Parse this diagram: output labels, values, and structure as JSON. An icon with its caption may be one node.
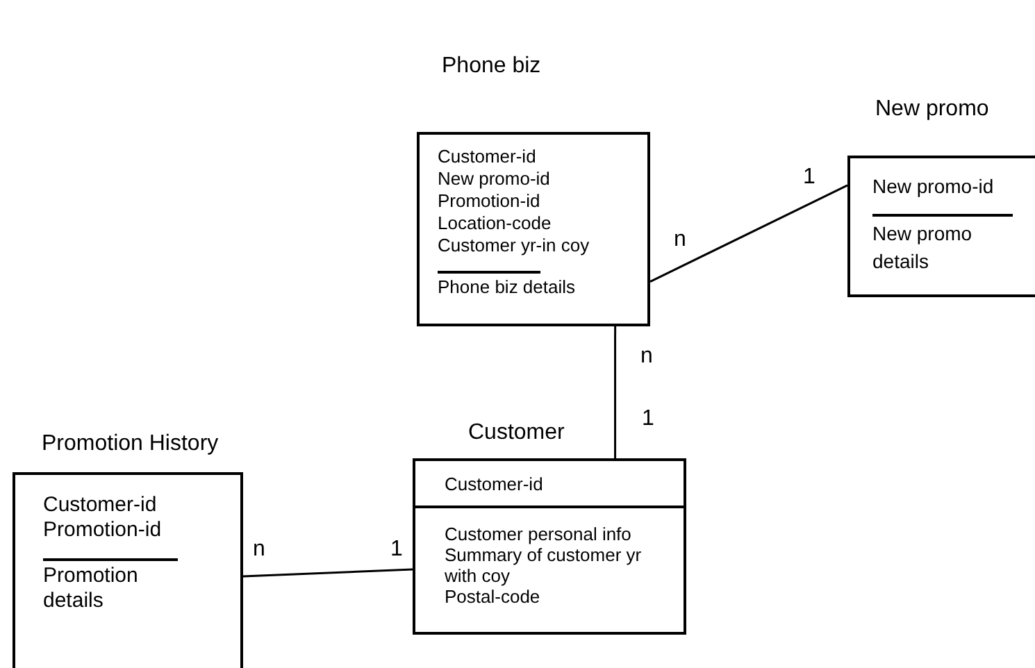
{
  "diagram": {
    "nodes": [
      {
        "text": [
          "Phone biz",
          "Customer-id",
          "New promo-id",
          "Promotion-id",
          "Location-code",
          "Customer yr-in coy",
          "Phone biz details"
        ]
      },
      {
        "text": [
          "New promo",
          "New promo-id",
          "New promo details"
        ]
      },
      {
        "text": [
          "Promotion History",
          "Customer-id",
          "Promotion-id",
          "Promotion details"
        ]
      },
      {
        "text": [
          "Customer",
          "Customer-id",
          "Customer personal info",
          "Summary of customer yr with coy",
          "Postal-code"
        ]
      }
    ],
    "edges": [
      {
        "from": 0,
        "to": 1,
        "arrow": "none"
      },
      {
        "from": 0,
        "to": 3,
        "arrow": "none"
      },
      {
        "from": 2,
        "to": 3,
        "arrow": "none"
      }
    ],
    "labels": [
      "n",
      "1",
      "n",
      "1",
      "n",
      "1"
    ]
  }
}
